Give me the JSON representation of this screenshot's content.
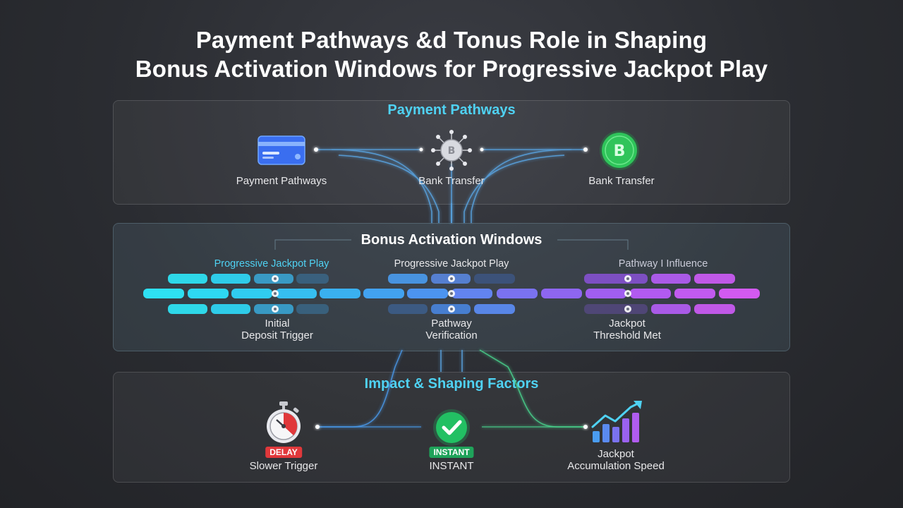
{
  "title": {
    "line1": "Payment Pathways &d Tonus Role in Shaping",
    "line2": "Bonus Activation Windows for Progressive Jackpot Play"
  },
  "payment_panel": {
    "heading": "Payment Pathways",
    "nodes": [
      {
        "label": "Payment Pathways",
        "icon": "credit-card-icon"
      },
      {
        "label": "Bank Transfer",
        "icon": "chip-network-icon"
      },
      {
        "label": "Bank Transfer",
        "icon": "crypto-coin-icon"
      }
    ]
  },
  "bonus_panel": {
    "heading": "Bonus Activation Windows",
    "column_labels": [
      "Progressive Jackpot Play",
      "Progressive Jackpot Play",
      "Pathway I Influence"
    ],
    "stages": [
      {
        "line1": "Initial",
        "line2": "Deposit Trigger"
      },
      {
        "line1": "Pathway",
        "line2": "Verification"
      },
      {
        "line1": "Jackpot",
        "line2": "Threshold Met"
      }
    ],
    "colors": {
      "cyan": "#2ee0f2",
      "blue": "#4a9cf0",
      "purple": "#b05cf0",
      "magenta": "#d85af0"
    }
  },
  "impact_panel": {
    "heading": "Impact & Shaping Factors",
    "items": [
      {
        "badge": "DELAY",
        "label": "Slower Trigger",
        "icon": "stopwatch-icon",
        "badge_color": "#e0383b"
      },
      {
        "badge": "INSTANT",
        "label": "INSTANT",
        "icon": "checkmark-icon",
        "badge_color": "#1fa35a"
      },
      {
        "line1": "Jackpot",
        "line2": "Accumulation Speed",
        "icon": "growth-chart-icon"
      }
    ]
  }
}
